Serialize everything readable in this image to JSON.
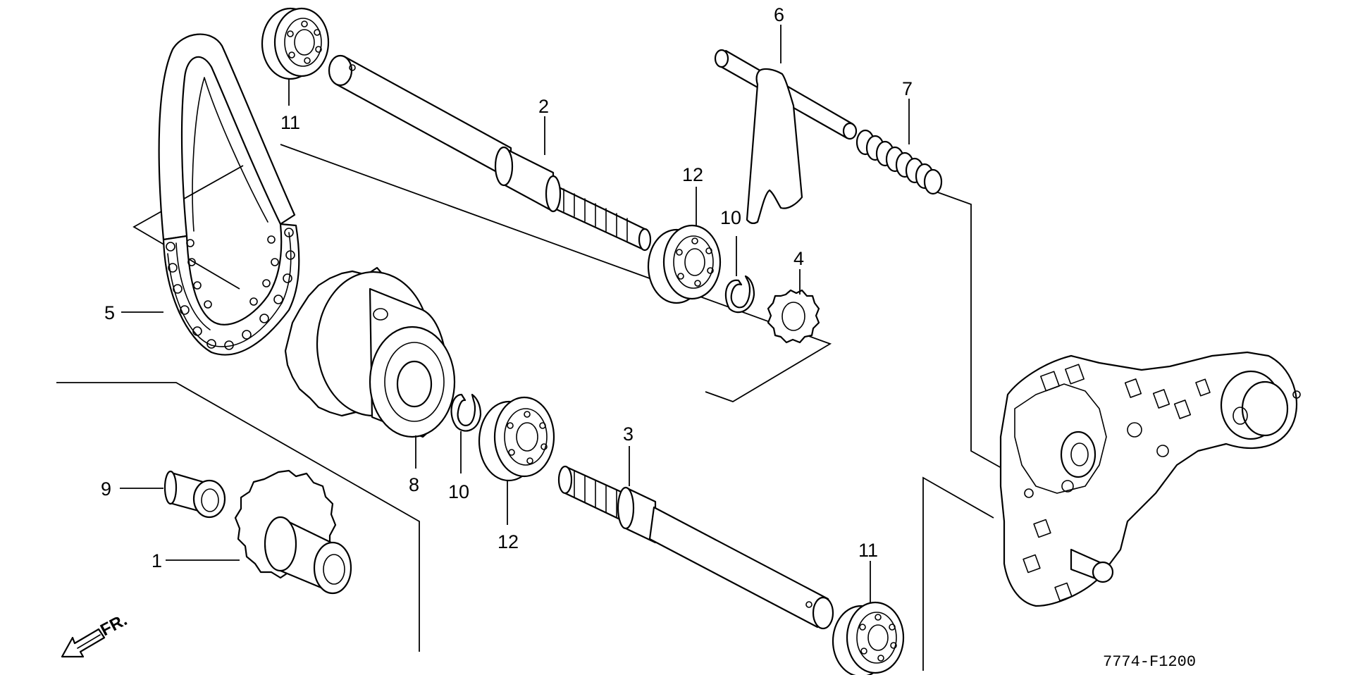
{
  "callouts": [
    {
      "id": "c1",
      "label": "1"
    },
    {
      "id": "c2",
      "label": "2"
    },
    {
      "id": "c3",
      "label": "3"
    },
    {
      "id": "c4",
      "label": "4"
    },
    {
      "id": "c5",
      "label": "5"
    },
    {
      "id": "c6",
      "label": "6"
    },
    {
      "id": "c7",
      "label": "7"
    },
    {
      "id": "c8",
      "label": "8"
    },
    {
      "id": "c9",
      "label": "9"
    },
    {
      "id": "c10a",
      "label": "10"
    },
    {
      "id": "c10b",
      "label": "10"
    },
    {
      "id": "c11a",
      "label": "11"
    },
    {
      "id": "c11b",
      "label": "11"
    },
    {
      "id": "c12a",
      "label": "12"
    },
    {
      "id": "c12b",
      "label": "12"
    }
  ],
  "front_indicator": {
    "label": "FR.",
    "icon": "front-arrow-icon"
  },
  "drawing_code": "7774-F1200",
  "colors": {
    "ink": "#000000",
    "paper": "#ffffff"
  }
}
